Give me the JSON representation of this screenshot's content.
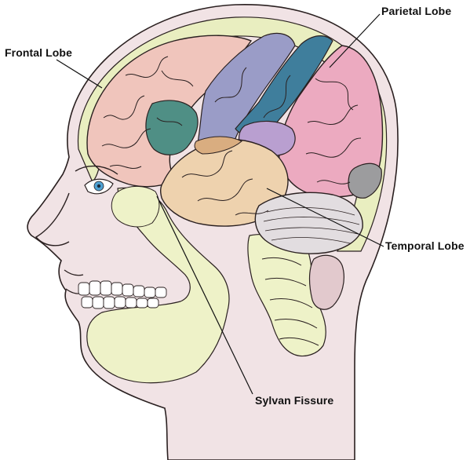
{
  "labels": {
    "frontal": "Frontal Lobe",
    "parietal": "Parietal Lobe",
    "temporal": "Temporal Lobe",
    "sylvan": "Sylvan Fissure"
  },
  "colors": {
    "skin": "#f1e3e5",
    "skin_shadow": "#e2c9cd",
    "skull": "#e9eec0",
    "bone": "#eef2c8",
    "frontal_lobe": "#f0c5bc",
    "teal_gyrus": "#4f8f85",
    "lavender_gyrus": "#9a9cc7",
    "blue_gyrus": "#3f7e9c",
    "parietal_lobe": "#ecaac0",
    "purple_patch": "#b99fd0",
    "temporal_lobe": "#eed2ae",
    "temporal_dark": "#d9ad80",
    "cerebellum": "#e2dde0",
    "grey_lobe": "#9c9c9e",
    "eye": "#4ea2d4",
    "outline": "#2a2020"
  }
}
